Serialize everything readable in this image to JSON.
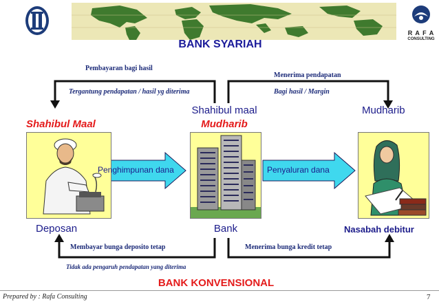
{
  "header": {
    "title": "BANK SYARIAH",
    "logo_right_text_1": "R A F A",
    "logo_right_text_2": "CONSULTING"
  },
  "top": {
    "left_note_1": "Pembayaran bagi hasil",
    "left_note_2": "Tergantung pendapatan / hasil yg diterima",
    "right_note_1": "Menerima pendapatan",
    "right_note_2": "Bagi hasil / Margin"
  },
  "roles": {
    "shahibul_maal_left": "Shahibul Maal",
    "center_line_1": "Shahibul maal",
    "center_line_2": "Mudharib",
    "mudharib_right": "Mudharib"
  },
  "flows": {
    "left": "Penghimpunan dana",
    "right": "Penyaluran dana"
  },
  "parties": {
    "left": "Deposan",
    "center": "Bank",
    "right": "Nasabah debitur"
  },
  "bottom": {
    "left_note": "Membayar bunga deposito tetap",
    "right_note": "Menerima bunga kredit tetap",
    "sub_note": "Tidak ada pengaruh pendapatan yang diterima",
    "title": "BANK KONVENSIONAL"
  },
  "footer": {
    "prepared_by": "Prepared by : Rafa Consulting",
    "page_number": "7"
  },
  "colors": {
    "title_blue": "#1b1b9a",
    "accent_red": "#e41b1b",
    "arrow_cyan": "#3fd8ee",
    "picture_bg": "#ffff99",
    "map_green": "#3f7a2e",
    "map_bg": "#ece7b6"
  }
}
